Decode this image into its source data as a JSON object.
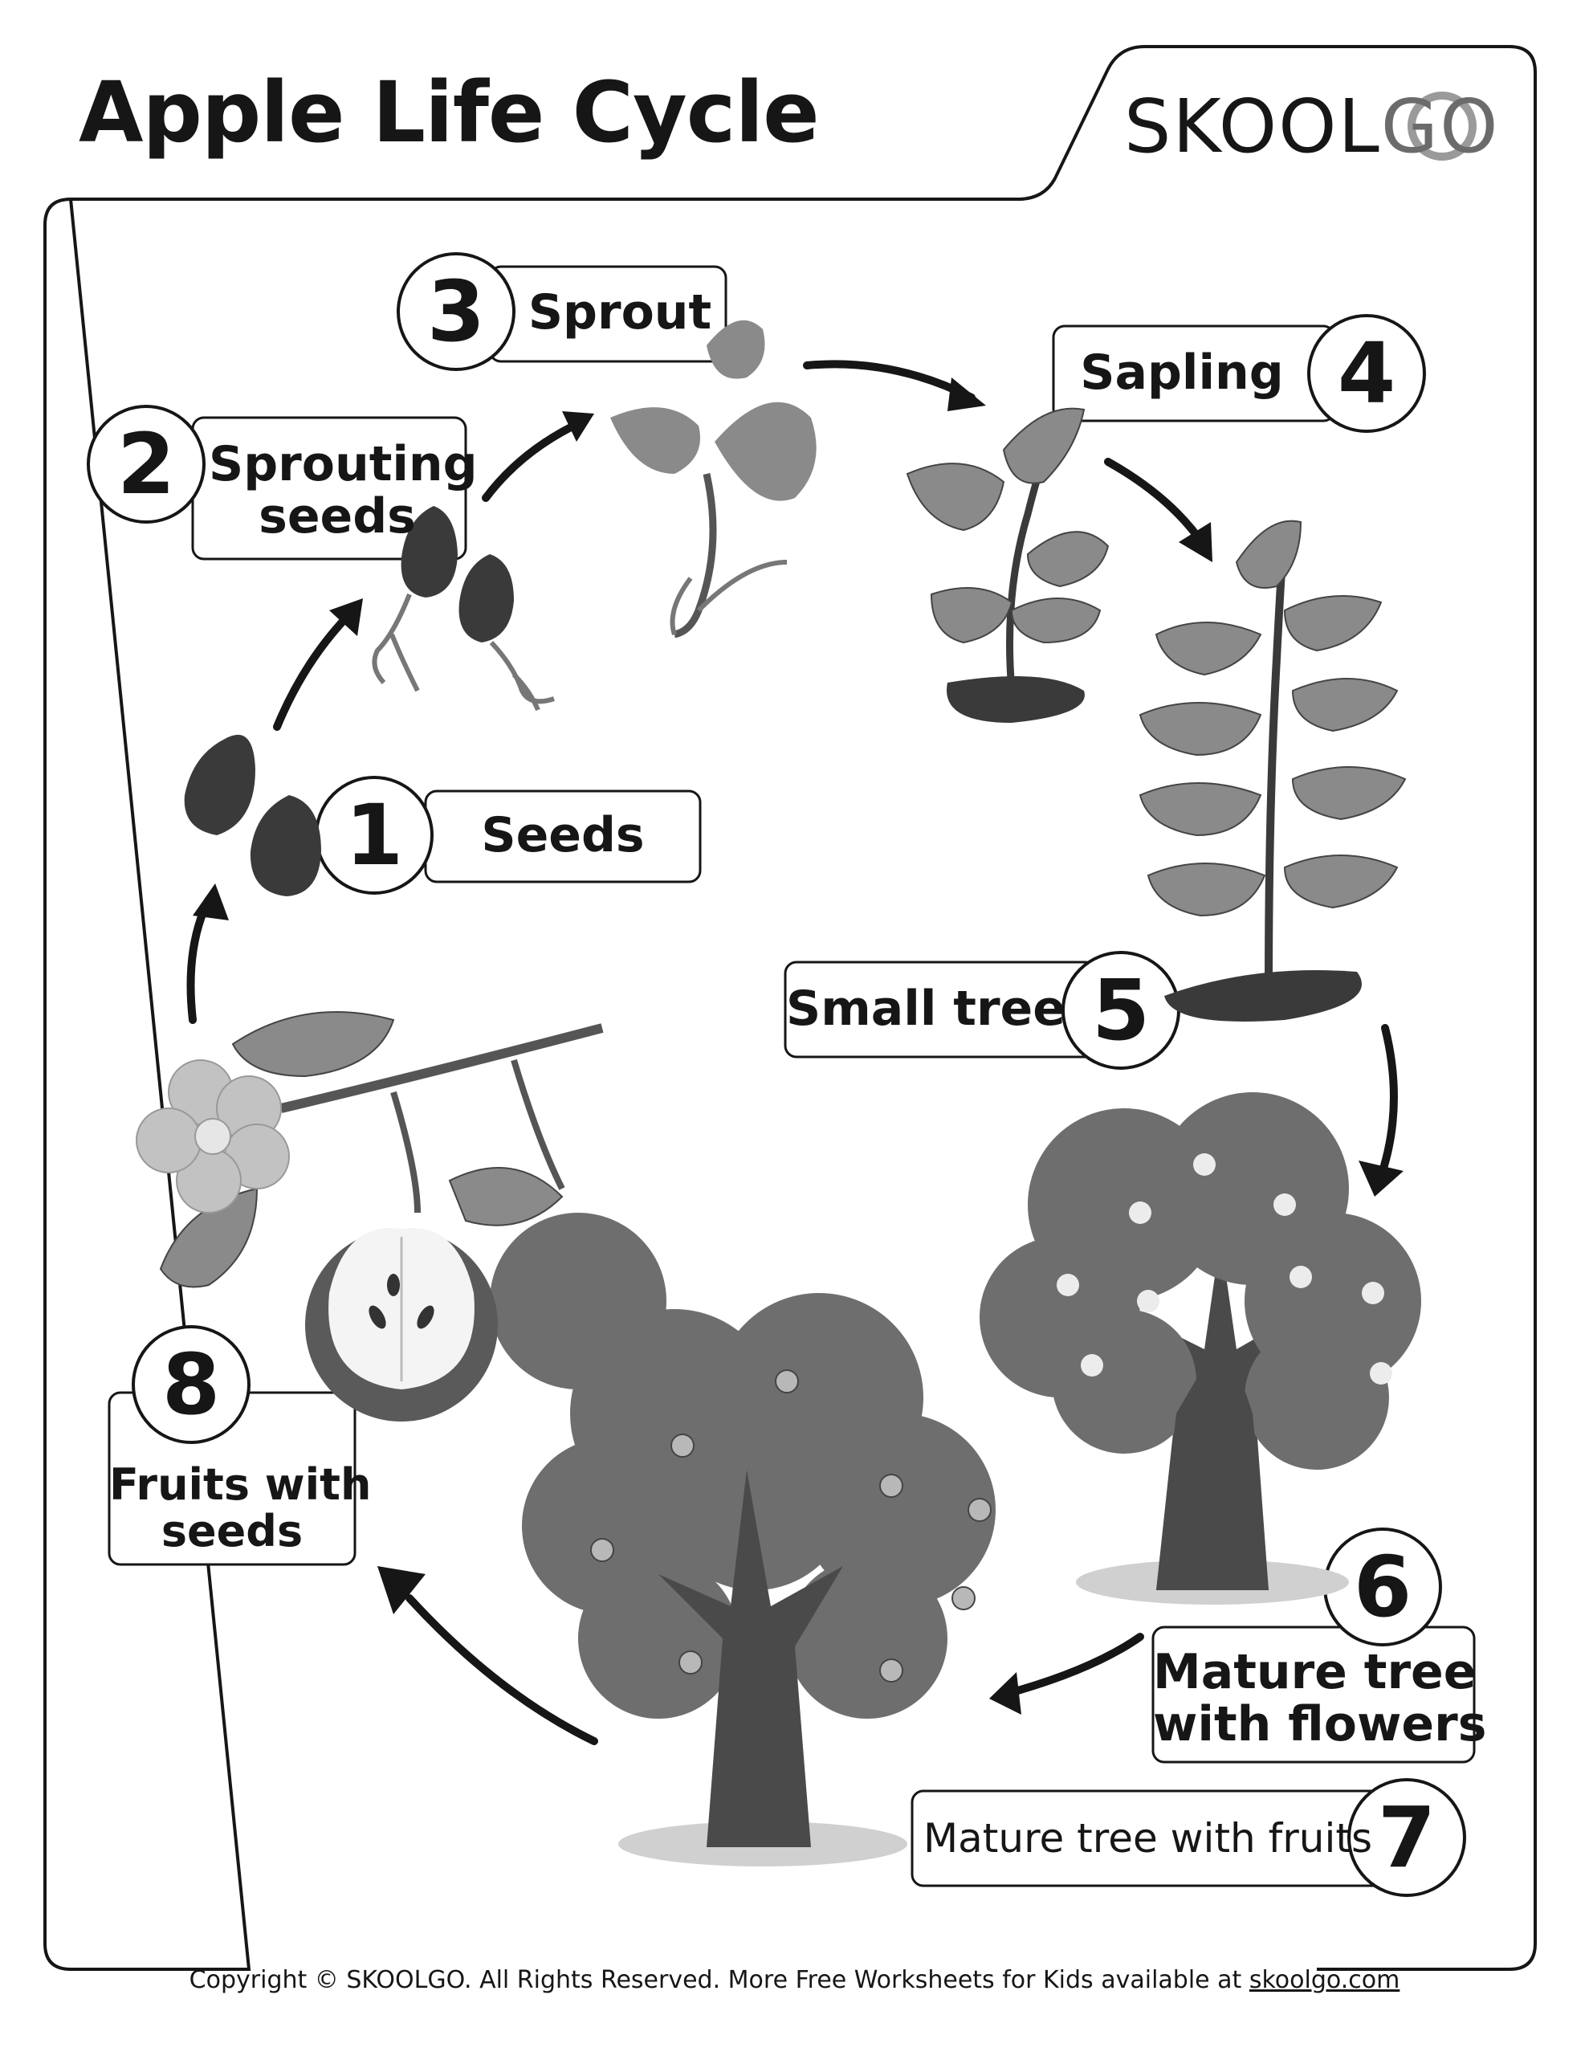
{
  "title": "Apple Life Cycle",
  "brand": {
    "part1": "SKOOL",
    "part2": "GO"
  },
  "stages": [
    {
      "number": "1",
      "label": "Seeds"
    },
    {
      "number": "2",
      "label_line1": "Sprouting",
      "label_line2": "seeds"
    },
    {
      "number": "3",
      "label": "Sprout"
    },
    {
      "number": "4",
      "label": "Sapling"
    },
    {
      "number": "5",
      "label": "Small tree"
    },
    {
      "number": "6",
      "label_line1": "Mature tree",
      "label_line2": "with flowers"
    },
    {
      "number": "7",
      "label": "Mature tree with fruits"
    },
    {
      "number": "8",
      "label_line1": "Fruits with",
      "label_line2": "seeds"
    }
  ],
  "footer": {
    "text": "Copyright © SKOOLGO. All Rights Reserved. More Free Worksheets for Kids available at ",
    "link": "skoolgo.com"
  },
  "colors": {
    "ink": "#161616",
    "leaf": "#8a8a8a",
    "seed": "#3a3a3a",
    "canopy": "#6e6e6e",
    "trunk": "#4a4a4a"
  }
}
